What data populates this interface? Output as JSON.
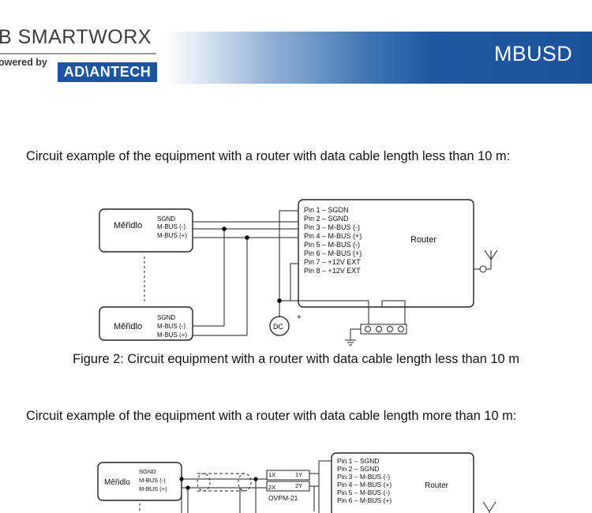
{
  "header": {
    "logo_line": "B SMARTWORX",
    "powered_by": "owered by",
    "partner_logo": "AD\\ANTECH",
    "section_title": "MBUSD"
  },
  "paragraph1": "Circuit example of the equipment with a router with data cable length less than 10 m:",
  "figure1": {
    "meter_label": "Měřidlo",
    "meter_signals": [
      "SGND",
      "M-BUS (-)",
      "M-BUS (+)"
    ],
    "router_pins": [
      "Pin 1 – SGDN",
      "Pin 2 – SGND",
      "Pin 3 – M-BUS (-)",
      "Pin 4 – M-BUS (+)",
      "Pin 5 – M-BUS (-)",
      "Pin 6 – M-BUS (+)",
      "Pin 7 – +12V EXT",
      "Pin 8 – +12V EXT"
    ],
    "router_label": "Router",
    "dc_label": "DC",
    "dc_polarity": "+",
    "caption": "Figure 2: Circuit equipment with a router with data cable length less than 10 m"
  },
  "paragraph2": "Circuit example of the equipment with a router with data cable length more than 10 m:",
  "figure2": {
    "meter_label": "Měřidlo",
    "meter_signals": [
      "SGND",
      "M-BUS (-)",
      "M-BUS (+)"
    ],
    "ovp_terminals": [
      "1X",
      "1Y",
      "2Y",
      "2X"
    ],
    "ovp_label": "OVPM-21",
    "router_pins": [
      "Pin 1 – SGND",
      "Pin 2 – SGND",
      "Pin 3 – M-BUS (-)",
      "Pin 4 – M-BUS (+)",
      "Pin 5 – M-BUS (-)",
      "Pin 6 – M-BUS (+)"
    ],
    "router_label": "Router"
  }
}
